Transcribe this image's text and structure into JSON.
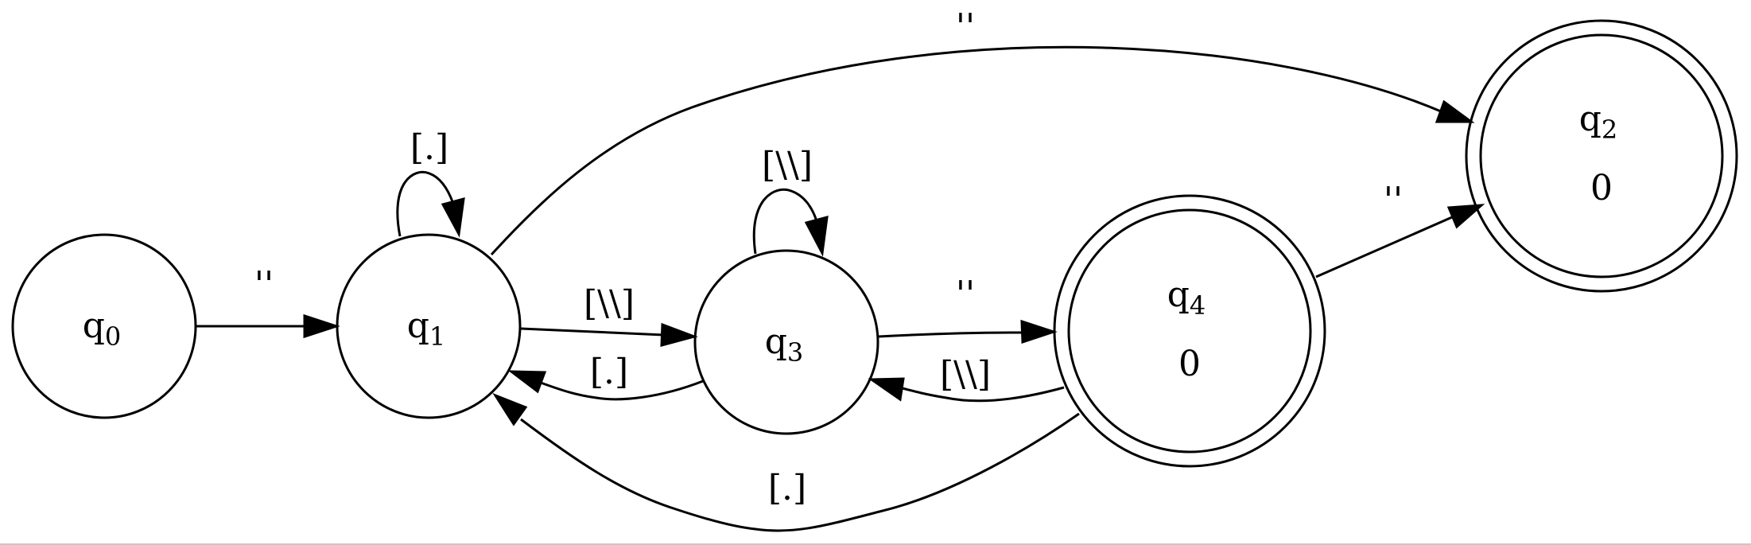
{
  "states": {
    "q0": {
      "name": "q",
      "index": "0"
    },
    "q1": {
      "name": "q",
      "index": "1"
    },
    "q2": {
      "name": "q",
      "index": "2",
      "output": "0",
      "accepting": true
    },
    "q3": {
      "name": "q",
      "index": "3"
    },
    "q4": {
      "name": "q",
      "index": "4",
      "output": "0",
      "accepting": true
    }
  },
  "transitions": [
    {
      "from": "q0",
      "to": "q1",
      "label": "''"
    },
    {
      "from": "q1",
      "to": "q1",
      "label": "[.]"
    },
    {
      "from": "q1",
      "to": "q3",
      "label": "[\\\\]"
    },
    {
      "from": "q1",
      "to": "q2",
      "label": "''"
    },
    {
      "from": "q3",
      "to": "q3",
      "label": "[\\\\]"
    },
    {
      "from": "q3",
      "to": "q1",
      "label": "[.]"
    },
    {
      "from": "q3",
      "to": "q4",
      "label": "''"
    },
    {
      "from": "q4",
      "to": "q3",
      "label": "[\\\\]"
    },
    {
      "from": "q4",
      "to": "q2",
      "label": "''"
    },
    {
      "from": "q4",
      "to": "q1",
      "label": "[.]"
    }
  ]
}
